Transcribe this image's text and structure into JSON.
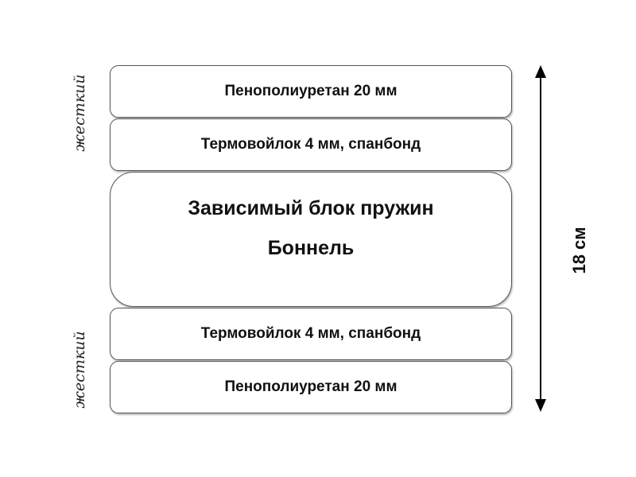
{
  "layers": {
    "top_foam": {
      "label": "Пенополиуретан 20 мм"
    },
    "top_felt": {
      "label": "Термовойлок 4 мм, спанбонд"
    },
    "spring_block": {
      "line1": "Зависимый блок пружин",
      "line2": "Боннель"
    },
    "bottom_felt": {
      "label": "Термовойлок 4 мм, спанбонд"
    },
    "bottom_foam": {
      "label": "Пенополиуретан 20 мм"
    }
  },
  "sides": {
    "top": "жесткий",
    "bottom": "жесткий"
  },
  "height": {
    "label": "18 см"
  },
  "colors": {
    "border": "#555555",
    "text": "#111111",
    "arrow": "#000000"
  }
}
